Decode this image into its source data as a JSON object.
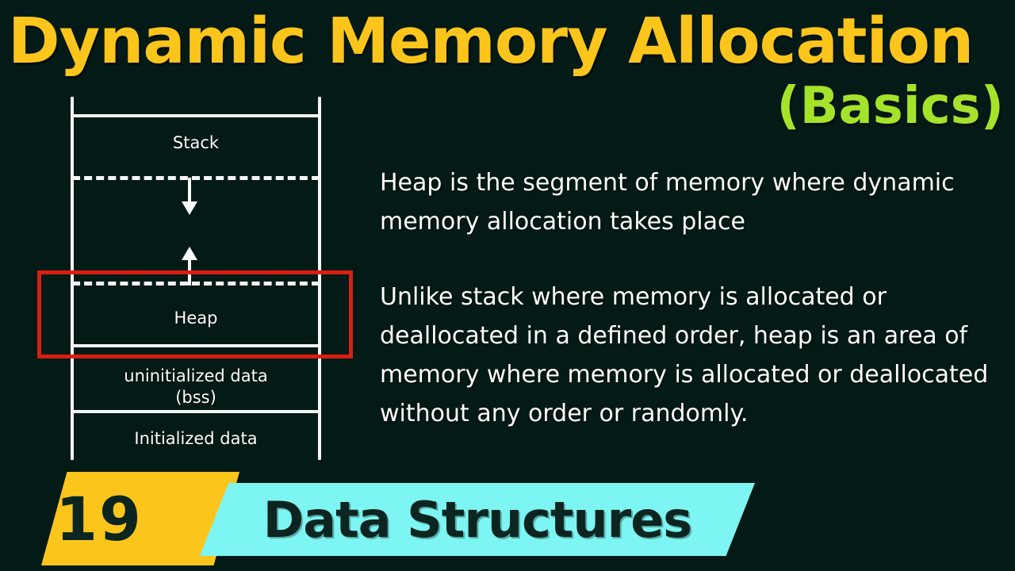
{
  "colors": {
    "background": "#041A16",
    "title_yellow": "#FCC51C",
    "subtitle_green": "#A4E32A",
    "text_white": "#FDFEFE",
    "highlight_red": "#D81F11",
    "badge_yellow": "#FCC51C",
    "banner_cyan": "#7DF5F2",
    "banner_text_dark": "#0D2520"
  },
  "title": {
    "main": "Dynamic Memory Allocation",
    "subtitle": "(Basics)"
  },
  "diagram": {
    "segments": [
      {
        "label": "Stack"
      },
      {
        "label": "Heap"
      },
      {
        "label": "uninitialized data"
      },
      {
        "label": "(bss)"
      },
      {
        "label": "Initialized data"
      }
    ],
    "arrows": [
      {
        "name": "stack-grows-down",
        "direction": "down"
      },
      {
        "name": "heap-grows-up",
        "direction": "up"
      }
    ],
    "highlight": "Heap"
  },
  "body": {
    "paragraphs": [
      "Heap is the segment of memory where dynamic memory allocation takes place",
      "Unlike stack where memory is allocated or deallocated in a defined order, heap is an area of memory where memory is allocated or deallocated without any order or randomly."
    ]
  },
  "footer": {
    "lesson_number": "19",
    "series_title": "Data Structures"
  }
}
